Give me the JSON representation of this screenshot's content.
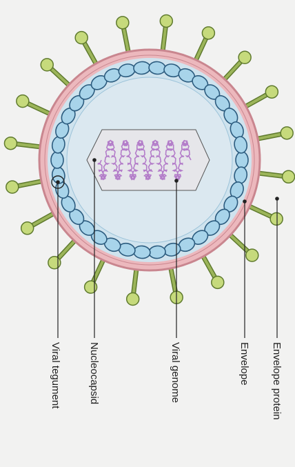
{
  "diagram": {
    "labels": {
      "viral_tegument": "Viral tegument",
      "nucleocapsid": "Nucleocapsid",
      "viral_genome": "Viral genome",
      "envelope": "Envelope",
      "envelope_protein": "Envelope protein"
    },
    "colors": {
      "background": "#f2f2f1",
      "envelope_outer": "#c9868f",
      "envelope_fill": "#ecb8bd",
      "capsomer_fill": "#a8d4ea",
      "capsomer_stroke": "#2b5b7e",
      "interior": "#dbe8f0",
      "genome_box": "#e6e6ea",
      "genome_strand": "#b37cc9",
      "spike_stem": "#9cb55a",
      "spike_head": "#c6da7c",
      "spike_stroke": "#5f7a2e",
      "leader_line": "#222222"
    }
  }
}
